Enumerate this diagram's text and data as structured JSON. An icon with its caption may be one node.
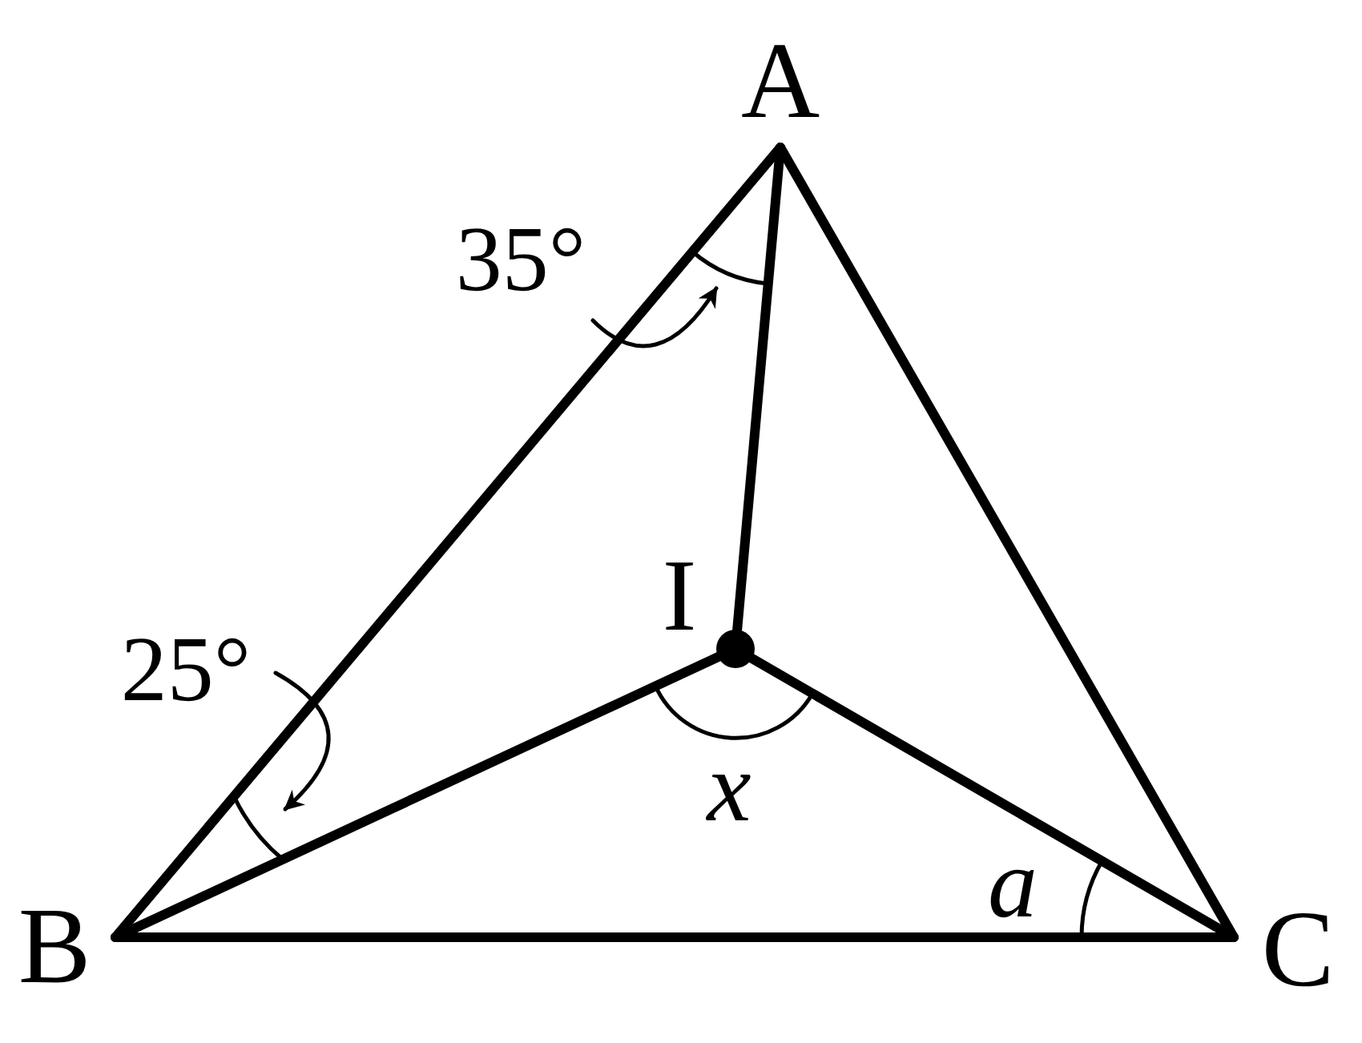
{
  "diagram": {
    "nodes": [
      {
        "text": [
          "A"
        ]
      },
      {
        "text": [
          "B"
        ]
      },
      {
        "text": [
          "C"
        ]
      },
      {
        "text": [
          "I"
        ]
      },
      {
        "text": [
          "35°"
        ]
      },
      {
        "text": [],
        "shape": "arc"
      },
      {
        "text": [
          "25°"
        ]
      },
      {
        "text": [],
        "shape": "arc"
      }
    ],
    "edges": [
      {
        "from": 0,
        "to": 1,
        "arrow": "none"
      },
      {
        "from": 1,
        "to": 2,
        "arrow": "none"
      },
      {
        "from": 2,
        "to": 0,
        "arrow": "none"
      },
      {
        "from": 0,
        "to": 3,
        "arrow": "none"
      },
      {
        "from": 1,
        "to": 3,
        "arrow": "none"
      },
      {
        "from": 2,
        "to": 3,
        "arrow": "none"
      },
      {
        "from": 4,
        "to": 5,
        "arrow": "to"
      },
      {
        "from": 6,
        "to": 7,
        "arrow": "to"
      }
    ],
    "labels": [
      "x",
      "a"
    ]
  }
}
